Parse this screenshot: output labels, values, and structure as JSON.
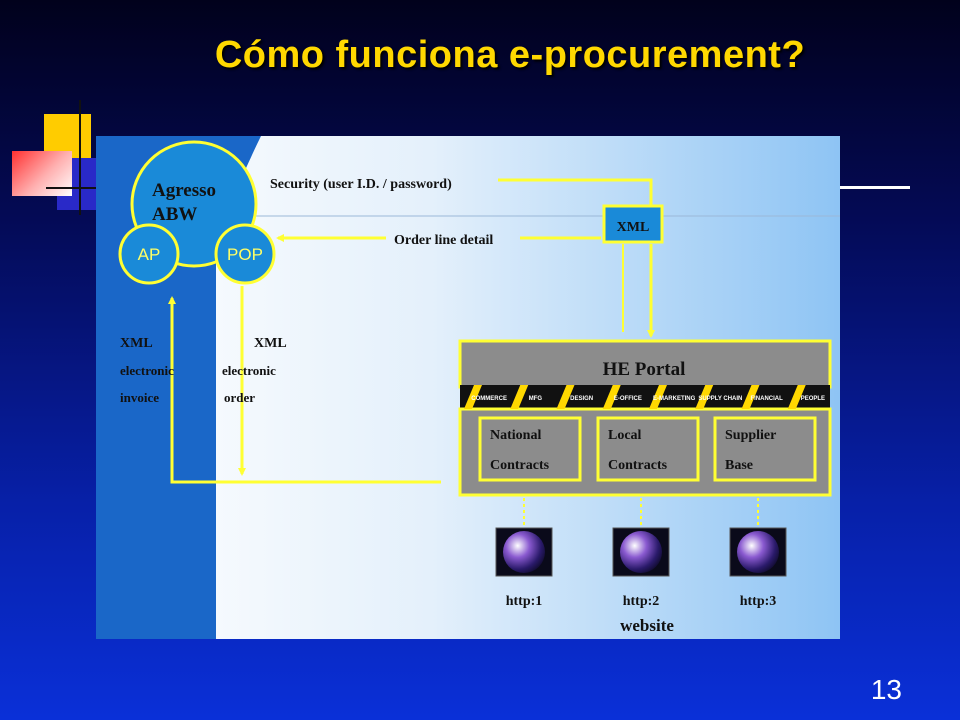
{
  "slide": {
    "title": "Cómo funciona e-procurement?",
    "page_number": "13"
  },
  "diagram": {
    "system": {
      "line1": "Agresso",
      "line2": "ABW"
    },
    "ap_label": "AP",
    "pop_label": "POP",
    "security_label": "Security (user I.D. / password)",
    "order_line_label": "Order line detail",
    "xml_box_label": "XML",
    "left_flow": {
      "line1": "XML",
      "line2": "electronic",
      "line3": "invoice"
    },
    "right_flow": {
      "line1": "XML",
      "line2": "electronic",
      "line3": "order"
    },
    "portal": {
      "title": "HE Portal",
      "banner_items": [
        "COMMERCE",
        "MFG",
        "DESIGN",
        "E-OFFICE",
        "E-MARKETING",
        "SUPPLY CHAIN",
        "FINANCIAL",
        "PEOPLE"
      ],
      "boxes": [
        {
          "line1": "National",
          "line2": "Contracts"
        },
        {
          "line1": "Local",
          "line2": "Contracts"
        },
        {
          "line1": "Supplier",
          "line2": "Base"
        }
      ]
    },
    "websites": [
      "http:1",
      "http:2",
      "http:3"
    ],
    "website_label": "website"
  },
  "colors": {
    "title": "#ffd800",
    "flow_lines": "#ffff33",
    "portal_gray": "#8c8c8c",
    "diagram_left_band": "#1a67c8"
  }
}
